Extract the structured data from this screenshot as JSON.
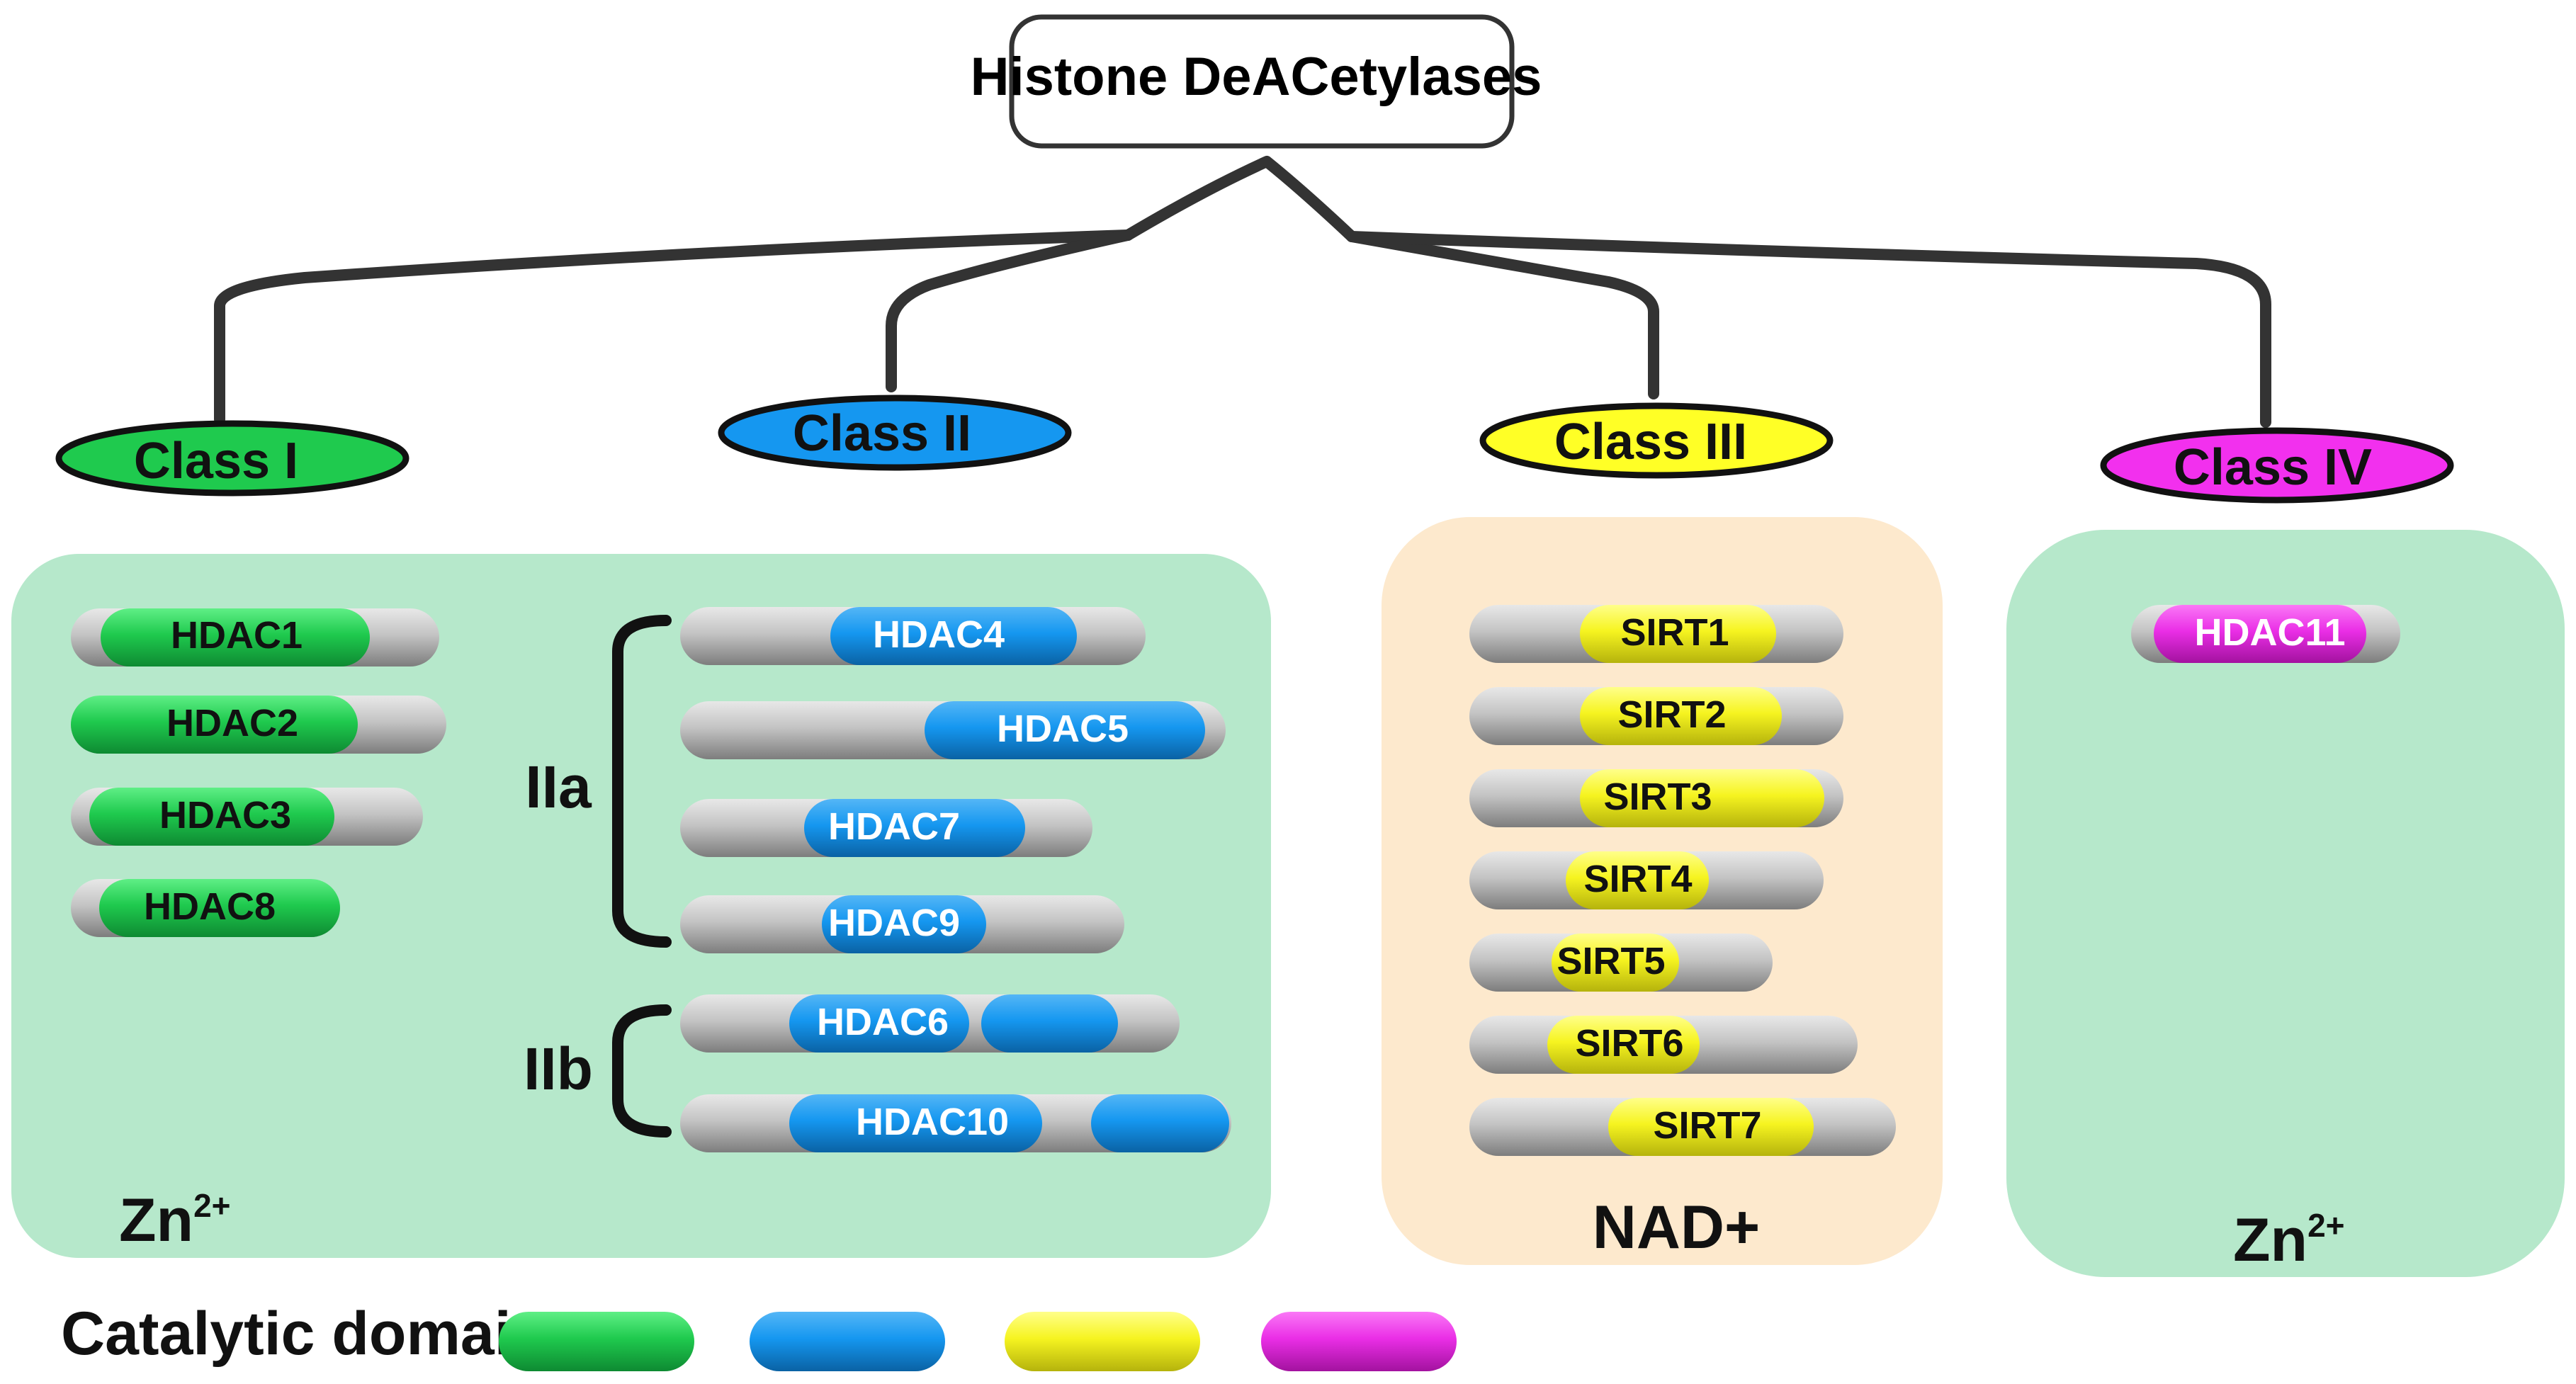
{
  "title": "Histone DeACetylases",
  "classes": [
    {
      "label": "Class I",
      "color": "#1fca4e"
    },
    {
      "label": "Class II",
      "color": "#1597f0"
    },
    {
      "label": "Class III",
      "color": "#ffff26"
    },
    {
      "label": "Class IV",
      "color": "#f230ee"
    }
  ],
  "subclasses": {
    "iia": "IIa",
    "iib": "IIb"
  },
  "cofactors": {
    "class1": "Zn",
    "class1_sup": "2+",
    "class3": "NAD+",
    "class4": "Zn",
    "class4_sup": "2+"
  },
  "proteins": {
    "class1": [
      "HDAC1",
      "HDAC2",
      "HDAC3",
      "HDAC8"
    ],
    "class2a": [
      "HDAC4",
      "HDAC5",
      "HDAC7",
      "HDAC9"
    ],
    "class2b": [
      "HDAC6",
      "HDAC10"
    ],
    "class3": [
      "SIRT1",
      "SIRT2",
      "SIRT3",
      "SIRT4",
      "SIRT5",
      "SIRT6",
      "SIRT7"
    ],
    "class4": [
      "HDAC11"
    ]
  },
  "legend": {
    "label": "Catalytic domains"
  },
  "colors": {
    "class1_box": "#b6e8cb",
    "class3_box": "#fde9cd",
    "class4_box": "#b6e8cb",
    "backbone": "#b8b8b8",
    "green": "#1fca4e",
    "blue": "#1597f0",
    "yellow": "#ffff26",
    "magenta": "#f230ee",
    "line": "#333333"
  }
}
